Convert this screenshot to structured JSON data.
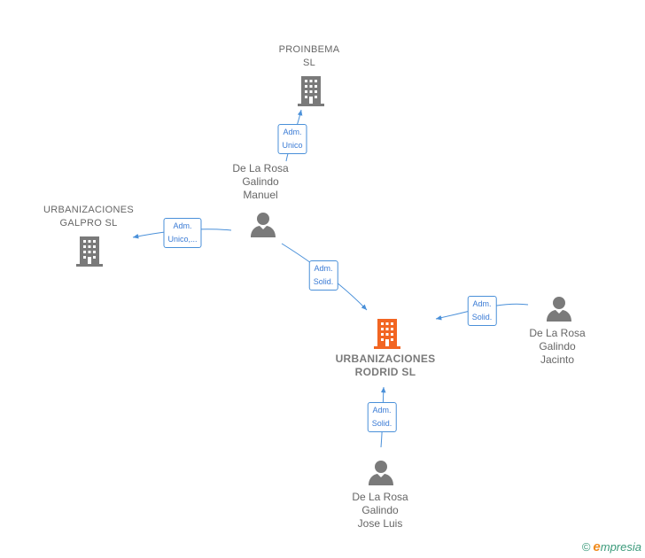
{
  "nodes": {
    "proinbema": {
      "lines": [
        "PROINBEMA",
        "SL"
      ]
    },
    "galpro": {
      "lines": [
        "URBANIZACIONES",
        "GALPRO  SL"
      ]
    },
    "rodrid": {
      "lines": [
        "URBANIZACIONES",
        "RODRID  SL"
      ]
    },
    "manuel": {
      "lines": [
        "De La Rosa",
        "Galindo",
        "Manuel"
      ]
    },
    "jacinto": {
      "lines": [
        "De La Rosa",
        "Galindo",
        "Jacinto"
      ]
    },
    "joseluis": {
      "lines": [
        "De La Rosa",
        "Galindo",
        "Jose Luis"
      ]
    }
  },
  "relations": {
    "manuel_proinbema": [
      "Adm.",
      "Unico"
    ],
    "manuel_galpro": [
      "Adm.",
      "Unico,..."
    ],
    "manuel_rodrid": [
      "Adm.",
      "Solid."
    ],
    "jacinto_rodrid": [
      "Adm.",
      "Solid."
    ],
    "joseluis_rodrid": [
      "Adm.",
      "Solid."
    ]
  },
  "colors": {
    "company_icon": "#7a7a7a",
    "main_company_icon": "#f26522",
    "person_icon": "#7a7a7a",
    "edge": "#4a90d9"
  },
  "icons": {
    "company": "building-icon",
    "person": "person-icon"
  },
  "footer": {
    "symbol": "©",
    "brand_initial": "e",
    "brand_rest": "mpresia"
  }
}
